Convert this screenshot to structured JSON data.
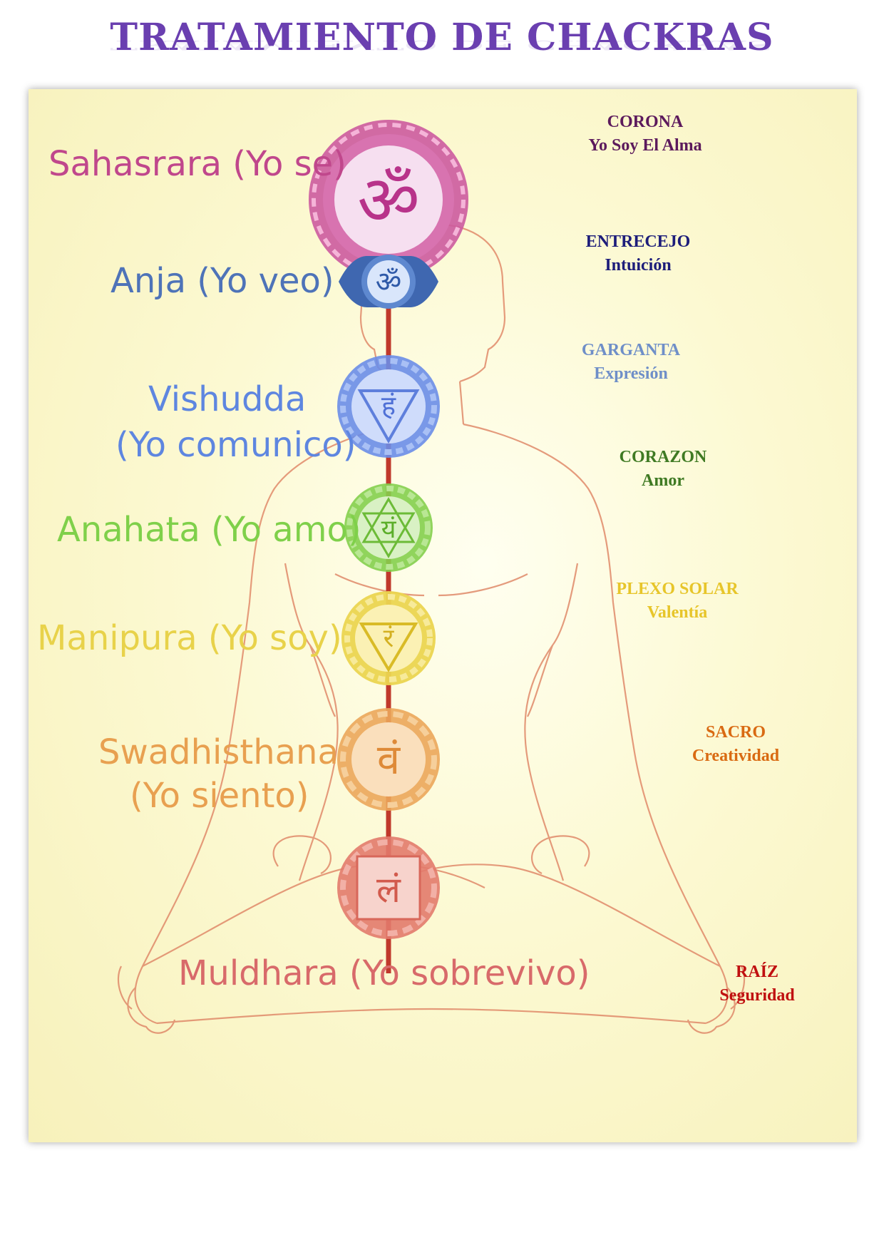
{
  "title": "TRATAMIENTO DE CHACKRAS",
  "chakras": [
    {
      "name": "Sahasrara (Yo se)",
      "zone": "CORONA",
      "meaning": "Yo Soy El Alma",
      "color": "#c0478c",
      "label_color": "#5c1a5c"
    },
    {
      "name": "Anja (Yo veo)",
      "zone": "ENTRECEJO",
      "meaning": "Intuición",
      "color": "#4e73b8",
      "label_color": "#1d1d7a"
    },
    {
      "name_line1": "Vishudda",
      "name_line2": "(Yo comunico)",
      "zone": "GARGANTA",
      "meaning": "Expresión",
      "color": "#5e86e0",
      "label_color": "#6f8fc8"
    },
    {
      "name": "Anahata (Yo amo)",
      "zone": "CORAZON",
      "meaning": "Amor",
      "color": "#7fd04a",
      "label_color": "#3f7a23"
    },
    {
      "name": "Manipura (Yo soy)",
      "zone": "PLEXO SOLAR",
      "meaning": "Valentía",
      "color": "#e8d24a",
      "label_color": "#e7c52a"
    },
    {
      "name_line1": "Swadhisthana",
      "name_line2": "(Yo siento)",
      "zone": "SACRO",
      "meaning": "Creatividad",
      "color": "#e8a050",
      "label_color": "#d96a12"
    },
    {
      "name": "Muldhara (Yo sobrevivo)",
      "zone": "RAÍZ",
      "meaning": "Seguridad",
      "color": "#d86a6a",
      "label_color": "#c01010"
    }
  ],
  "symbols": {
    "crown": "ॐ",
    "brow": "ॐ",
    "throat": "हं",
    "heart": "यं",
    "solar": "रं",
    "sacral": "वं",
    "root": "लं"
  }
}
